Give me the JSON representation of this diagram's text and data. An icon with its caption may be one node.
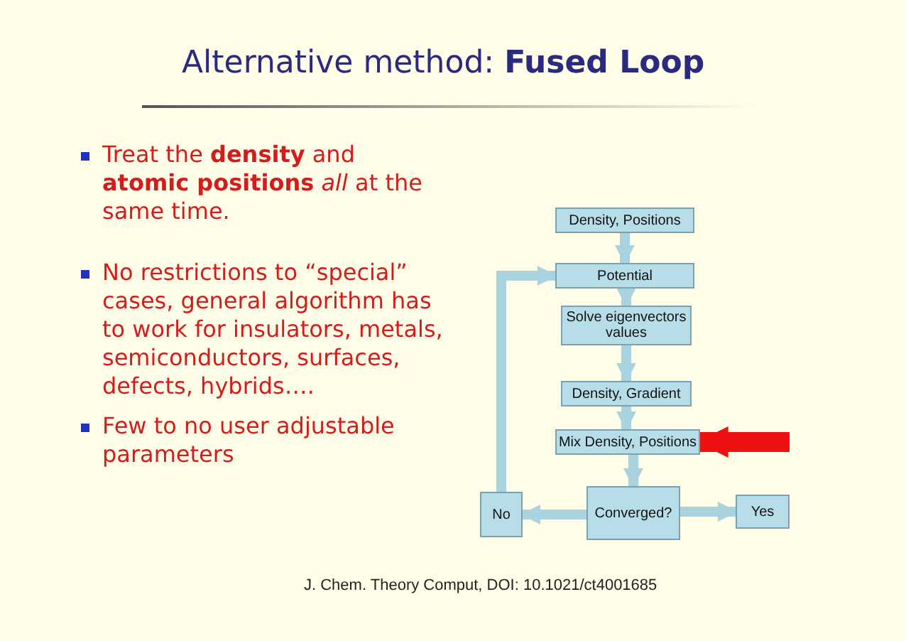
{
  "diagram": {
    "title": "Alternative method: **Fused Loop**",
    "caption": "J. Chem. Theory Comput, DOI: 10.1021/ct4001685",
    "nodes": [
      {
        "text": [
          "Density, Positions"
        ]
      },
      {
        "text": [
          "Potential"
        ]
      },
      {
        "text": [
          "Solve eigenvectors values"
        ]
      },
      {
        "text": [
          "Density, Gradient"
        ]
      },
      {
        "text": [
          "Mix Density, Positions"
        ]
      },
      {
        "text": [
          "Converged?"
        ]
      },
      {
        "text": [
          "No"
        ]
      },
      {
        "text": [
          "Yes"
        ]
      }
    ],
    "edges": [
      {
        "from": 0,
        "to": 1,
        "arrow": "to"
      },
      {
        "from": 1,
        "to": 2,
        "arrow": "to"
      },
      {
        "from": 2,
        "to": 3,
        "arrow": "to"
      },
      {
        "from": 3,
        "to": 4,
        "arrow": "to"
      },
      {
        "from": 4,
        "to": 5,
        "arrow": "to"
      },
      {
        "from": 5,
        "to": 6,
        "arrow": "to"
      },
      {
        "from": 5,
        "to": 7,
        "arrow": "to"
      },
      {
        "from": 6,
        "to": 1,
        "arrow": "to"
      },
      {
        "from": null,
        "to": 4,
        "arrow": "to",
        "style": "thick",
        "color": "#ee1111"
      }
    ],
    "labels": [
      "Treat the **density** and **atomic positions** *all* at the same time.",
      "No restrictions to “special” cases, general algorithm has to work for insulators, metals, semiconductors, surfaces, defects, hybrids….",
      "Few to no user adjustable parameters"
    ]
  }
}
